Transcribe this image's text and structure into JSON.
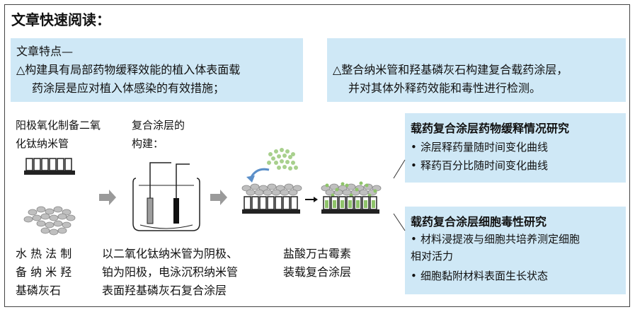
{
  "title": "文章快速阅读：",
  "features": {
    "heading": "文章特点—",
    "line1": "△构建具有局部药物缓释效能的植入体表面载",
    "line2": "药涂层是应对植入体感染的有效措施；"
  },
  "objective": {
    "line1": "△整合纳米管和羟基磷灰石构建复合载药涂层，",
    "line2": "并对其体外释药效能和毒性进行检测。"
  },
  "flow": {
    "anodize_line1": "阳极氧化制备二氧",
    "anodize_line2": "化钛纳米管",
    "composite_line1": "复合涂层的",
    "composite_line2": "构建：",
    "hydro_line1": "水 热 法 制",
    "hydro_line2": "备 纳 米 羟",
    "hydro_line3": "基磷灰石",
    "electro_line1": "以二氧化钛纳米管为阴极、",
    "electro_line2": "铂为阳极，电泳沉积纳米管",
    "electro_line3": "表面羟基磷灰石复合涂层",
    "drug_line1": "盐酸万古霉素",
    "drug_line2": "装载复合涂层"
  },
  "release": {
    "title": "载药复合涂层药物缓释情况研究",
    "items": [
      "涂层释药量随时间变化曲线",
      "释药百分比随时间变化曲线"
    ]
  },
  "toxicity": {
    "title": "载药复合涂层细胞毒性研究",
    "item1_line1": "材料浸提液与细胞共培养测定细胞",
    "item1_line2": "相对活力",
    "item2": "细胞黏附材料表面生长状态"
  },
  "colors": {
    "box_fill": "#cfe8f6",
    "arrow_gray": "#9a9a9a",
    "particle_green": "#8fc46a",
    "particle_gray": "#bfbfbf"
  }
}
